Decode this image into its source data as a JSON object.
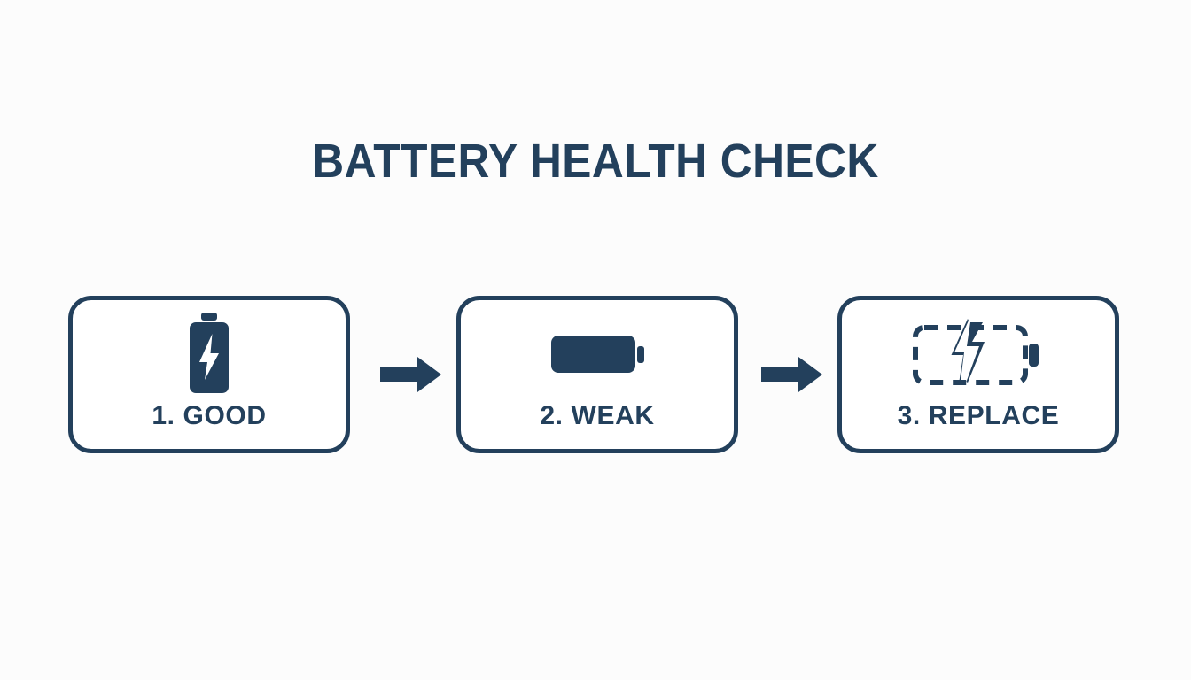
{
  "page": {
    "background_color": "#fcfcfc",
    "accent_color": "#23405c",
    "card_fill_color": "#ffffff"
  },
  "title": "BATTERY HEALTH CHECK",
  "flow": {
    "steps": [
      {
        "label": "1. GOOD",
        "number": "1.",
        "status": "GOOD",
        "icon": "battery-full-vertical-bolt-icon"
      },
      {
        "label": "2. WEAK",
        "number": "2.",
        "status": "WEAK",
        "icon": "battery-horizontal-filled-icon"
      },
      {
        "label": "3. REPLACE",
        "number": "3.",
        "status": "REPLACE",
        "icon": "battery-dashed-broken-bolt-icon"
      }
    ],
    "connectors": [
      {
        "icon": "arrow-right-icon"
      },
      {
        "icon": "arrow-right-icon"
      }
    ]
  }
}
